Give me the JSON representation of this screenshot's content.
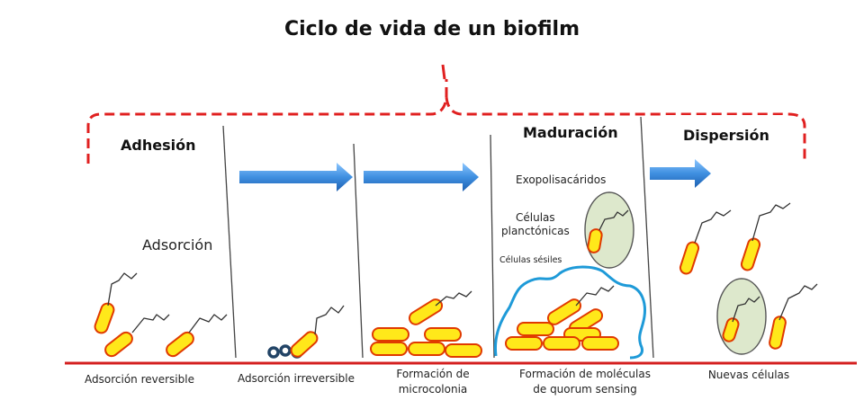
{
  "title": "Ciclo de vida de un biofilm",
  "phases": {
    "adhesion": "Adhesión",
    "maduracion": "Maduración",
    "dispersion": "Dispersión"
  },
  "labels": {
    "adsorcion": "Adsorción",
    "exopolisacaridos": "Exopolisacáridos",
    "celulas_planctonicas_1": "Células",
    "celulas_planctonicas_2": "planctónicas",
    "celulas_sesiles": "Células sésiles"
  },
  "captions": [
    [
      "Adsorción reversible"
    ],
    [
      "Adsorción irreversible"
    ],
    [
      "Formación de",
      "microcolonia"
    ],
    [
      "Formación de moléculas",
      "de quorum sensing"
    ],
    [
      "Nuevas células"
    ]
  ],
  "colors": {
    "bracket": "#e02020",
    "baseline": "#d42020",
    "arrow": "#3f8fe0",
    "cell_fill": "#ffe81a",
    "cell_stroke": "#e03a00",
    "matrix": "#1e9ad8",
    "capsule": "#dde8cc"
  }
}
